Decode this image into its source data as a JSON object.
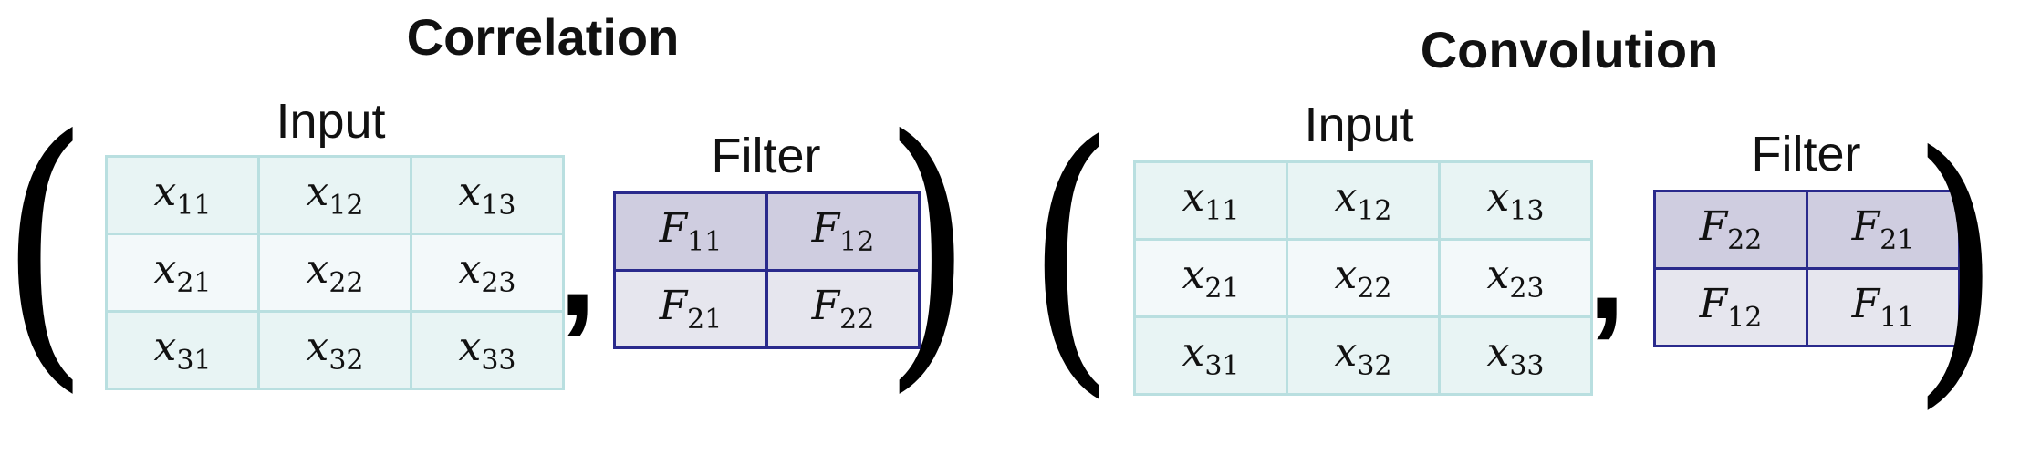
{
  "correlation": {
    "title": "Correlation",
    "input": {
      "label": "Input",
      "rows": [
        [
          {
            "v": "x",
            "s": "11"
          },
          {
            "v": "x",
            "s": "12"
          },
          {
            "v": "x",
            "s": "13"
          }
        ],
        [
          {
            "v": "x",
            "s": "21"
          },
          {
            "v": "x",
            "s": "22"
          },
          {
            "v": "x",
            "s": "23"
          }
        ],
        [
          {
            "v": "x",
            "s": "31"
          },
          {
            "v": "x",
            "s": "32"
          },
          {
            "v": "x",
            "s": "33"
          }
        ]
      ]
    },
    "filter": {
      "label": "Filter",
      "rows": [
        [
          {
            "v": "F",
            "s": "11"
          },
          {
            "v": "F",
            "s": "12"
          }
        ],
        [
          {
            "v": "F",
            "s": "21"
          },
          {
            "v": "F",
            "s": "22"
          }
        ]
      ]
    },
    "open_paren": "(",
    "comma": ",",
    "close_paren": ")"
  },
  "convolution": {
    "title": "Convolution",
    "input": {
      "label": "Input",
      "rows": [
        [
          {
            "v": "x",
            "s": "11"
          },
          {
            "v": "x",
            "s": "12"
          },
          {
            "v": "x",
            "s": "13"
          }
        ],
        [
          {
            "v": "x",
            "s": "21"
          },
          {
            "v": "x",
            "s": "22"
          },
          {
            "v": "x",
            "s": "23"
          }
        ],
        [
          {
            "v": "x",
            "s": "31"
          },
          {
            "v": "x",
            "s": "32"
          },
          {
            "v": "x",
            "s": "33"
          }
        ]
      ]
    },
    "filter": {
      "label": "Filter",
      "rows": [
        [
          {
            "v": "F",
            "s": "22"
          },
          {
            "v": "F",
            "s": "21"
          }
        ],
        [
          {
            "v": "F",
            "s": "12"
          },
          {
            "v": "F",
            "s": "11"
          }
        ]
      ]
    },
    "open_paren": "(",
    "comma": ",",
    "close_paren": ")"
  },
  "colors": {
    "input_border": "#b9dfe0",
    "input_fill_odd": "#e8f4f4",
    "input_fill_even": "#f3f9fa",
    "filter_border": "#2a2a8c",
    "filter_fill_top": "#cfcde0",
    "filter_fill_bottom": "#e6e6ee"
  }
}
